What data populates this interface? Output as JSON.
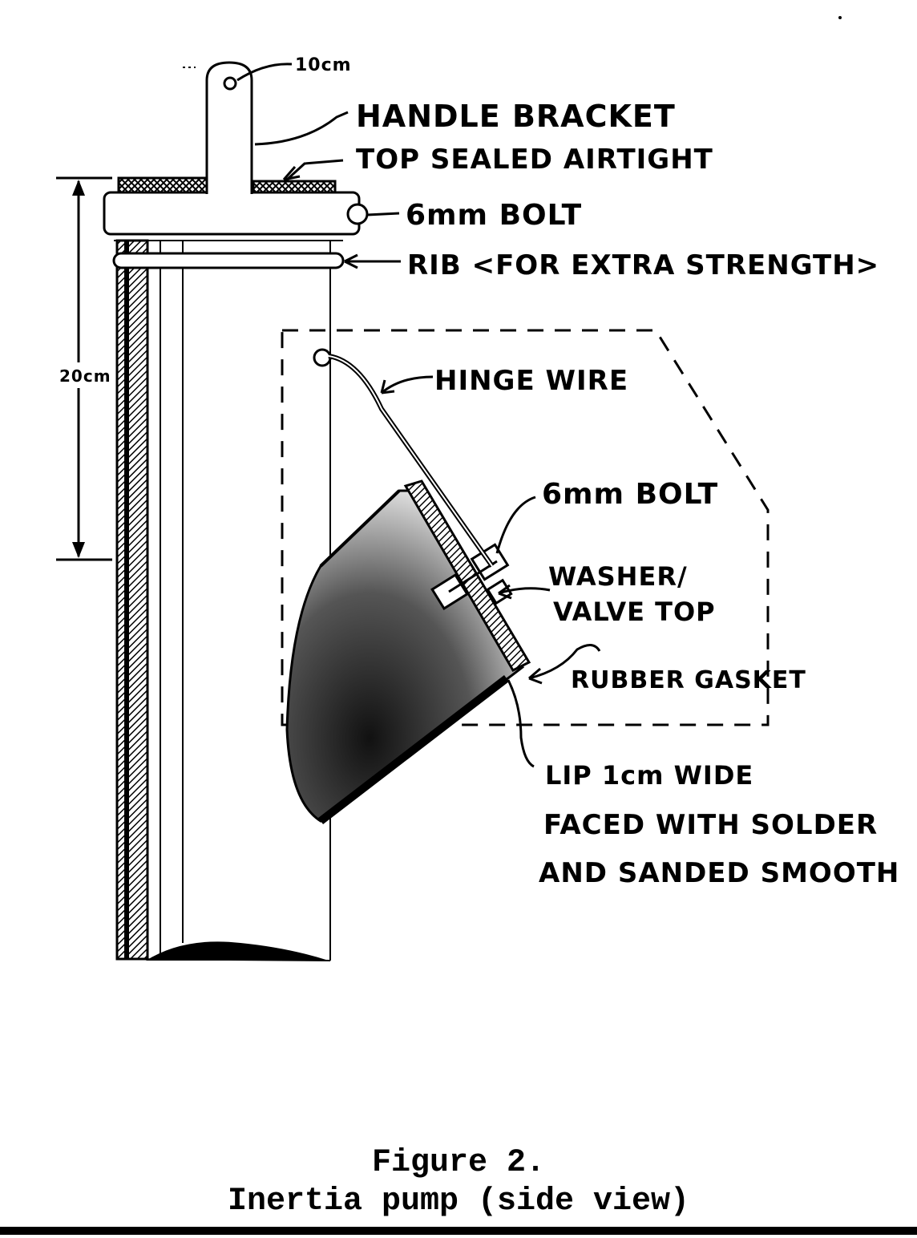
{
  "labels": {
    "width_10cm": "10cm",
    "handle_bracket": "HANDLE BRACKET",
    "top_sealed": "TOP SEALED AIRTIGHT",
    "bolt_top": "6mm BOLT",
    "rib": "RIB <FOR EXTRA STRENGTH>",
    "height_20cm": "20cm",
    "hinge_wire": "HINGE WIRE",
    "bolt_valve": "6mm BOLT",
    "washer_line1": "WASHER/",
    "washer_line2": "VALVE TOP",
    "rubber_gasket": "RUBBER GASKET",
    "lip_line1": "LIP 1cm WIDE",
    "lip_line2": "FACED WITH SOLDER",
    "lip_line3": "AND SANDED SMOOTH"
  },
  "caption": {
    "line1": "Figure 2.",
    "line2": "Inertia pump (side view)"
  }
}
